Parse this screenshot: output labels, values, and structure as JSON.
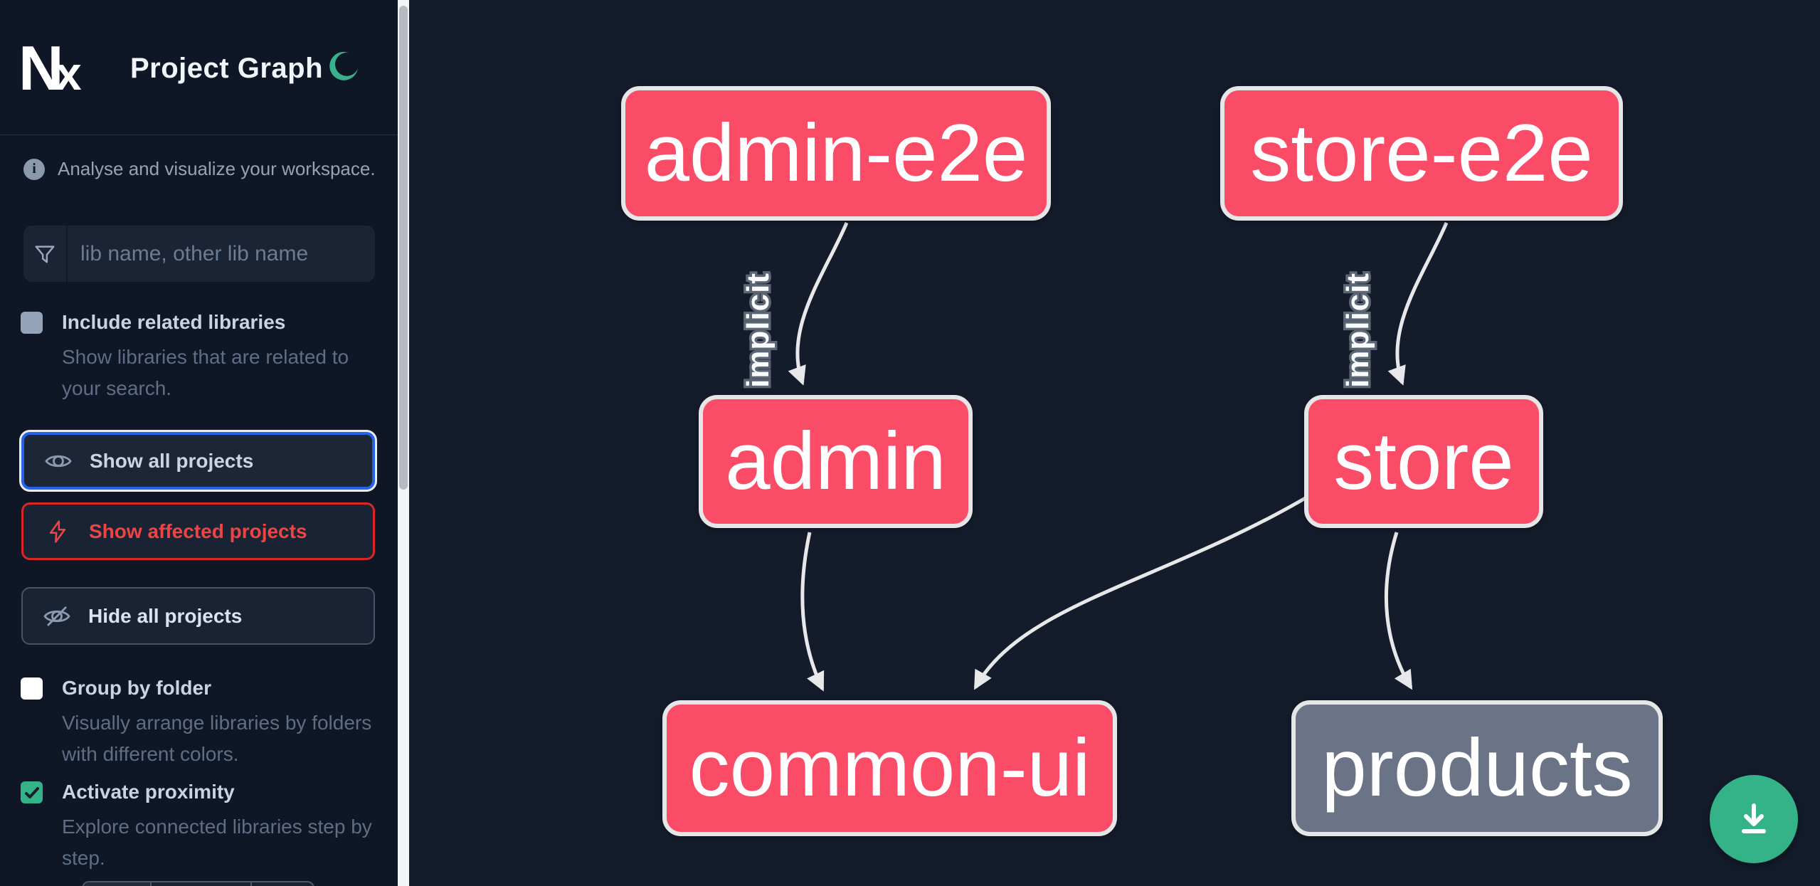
{
  "app": {
    "logo_text": "Nx",
    "title": "Project Graph",
    "theme_icon": "moon",
    "tagline": "Analyse and visualize your workspace."
  },
  "sidebar": {
    "search": {
      "placeholder": "lib name, other lib name",
      "value": "",
      "icon": "funnel-filter"
    },
    "toggles": [
      {
        "label": "Include related libraries",
        "description": "Show libraries that are related to your search.",
        "checked": false,
        "checkbox_color": "#94a3b8"
      },
      {
        "label": "Group by folder",
        "description": "Visually arrange libraries by folders with different colors.",
        "checked": false,
        "checkbox_color": "#ffffff"
      },
      {
        "label": "Activate proximity",
        "description": "Explore connected libraries step by step.",
        "checked": true,
        "checkbox_color": "#34b389"
      }
    ],
    "buttons": [
      {
        "label": "Show all projects",
        "icon": "eye",
        "state": "selected"
      },
      {
        "label": "Show affected projects",
        "icon": "lightning-bolt",
        "state": "affected"
      },
      {
        "label": "Hide all projects",
        "icon": "eye-off",
        "state": "default"
      }
    ]
  },
  "graph": {
    "nodes": [
      {
        "id": "admin-e2e",
        "label": "admin-e2e",
        "color": "pink"
      },
      {
        "id": "store-e2e",
        "label": "store-e2e",
        "color": "pink"
      },
      {
        "id": "admin",
        "label": "admin",
        "color": "pink"
      },
      {
        "id": "store",
        "label": "store",
        "color": "pink"
      },
      {
        "id": "common-ui",
        "label": "common-ui",
        "color": "pink"
      },
      {
        "id": "products",
        "label": "products",
        "color": "gray"
      }
    ],
    "edges": [
      {
        "from": "admin-e2e",
        "to": "admin",
        "label": "implicit"
      },
      {
        "from": "store-e2e",
        "to": "store",
        "label": "implicit"
      },
      {
        "from": "admin",
        "to": "common-ui",
        "label": ""
      },
      {
        "from": "store",
        "to": "common-ui",
        "label": ""
      },
      {
        "from": "store",
        "to": "products",
        "label": ""
      }
    ]
  },
  "fab": {
    "icon": "download"
  },
  "colors": {
    "node_pink": "#fa4c66",
    "node_gray": "#6a7486",
    "node_border": "#e6e6e8",
    "edge": "#e8e8ea",
    "accent_blue": "#2563eb",
    "accent_red": "#dc2626",
    "accent_green": "#34b389",
    "sidebar_bg": "#0f1726",
    "canvas_bg": "#141c2c"
  }
}
